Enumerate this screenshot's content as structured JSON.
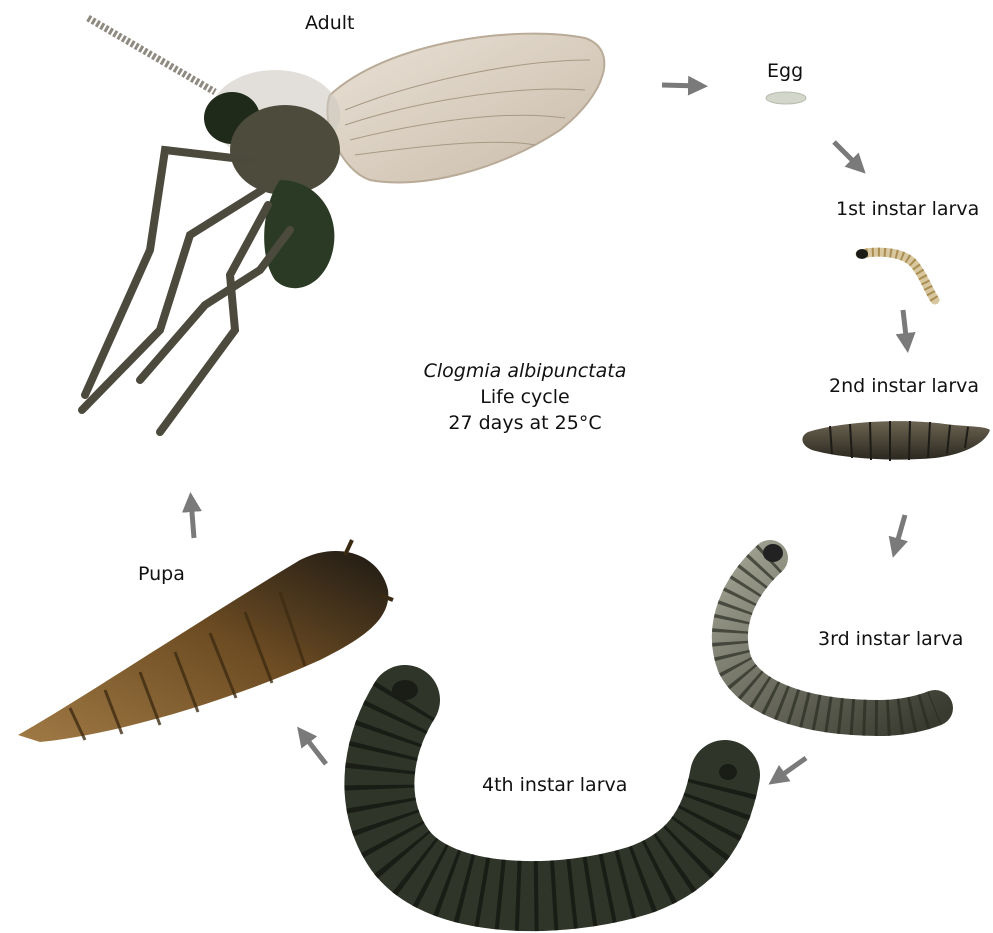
{
  "diagram": {
    "center": {
      "species": "Clogmia albipunctata",
      "line2": "Life cycle",
      "line3": "27 days at 25°C"
    },
    "stages": {
      "adult": "Adult",
      "egg": "Egg",
      "instar1": "1st instar larva",
      "instar2": "2nd instar larva",
      "instar3": "3rd instar larva",
      "instar4": "4th instar larva",
      "pupa": "Pupa"
    },
    "colors": {
      "arrow": "#7a7a7a",
      "larva_dark": "#2f3528",
      "pupa_brown": "#6b4a22",
      "wing": "#d9cfc2"
    }
  }
}
